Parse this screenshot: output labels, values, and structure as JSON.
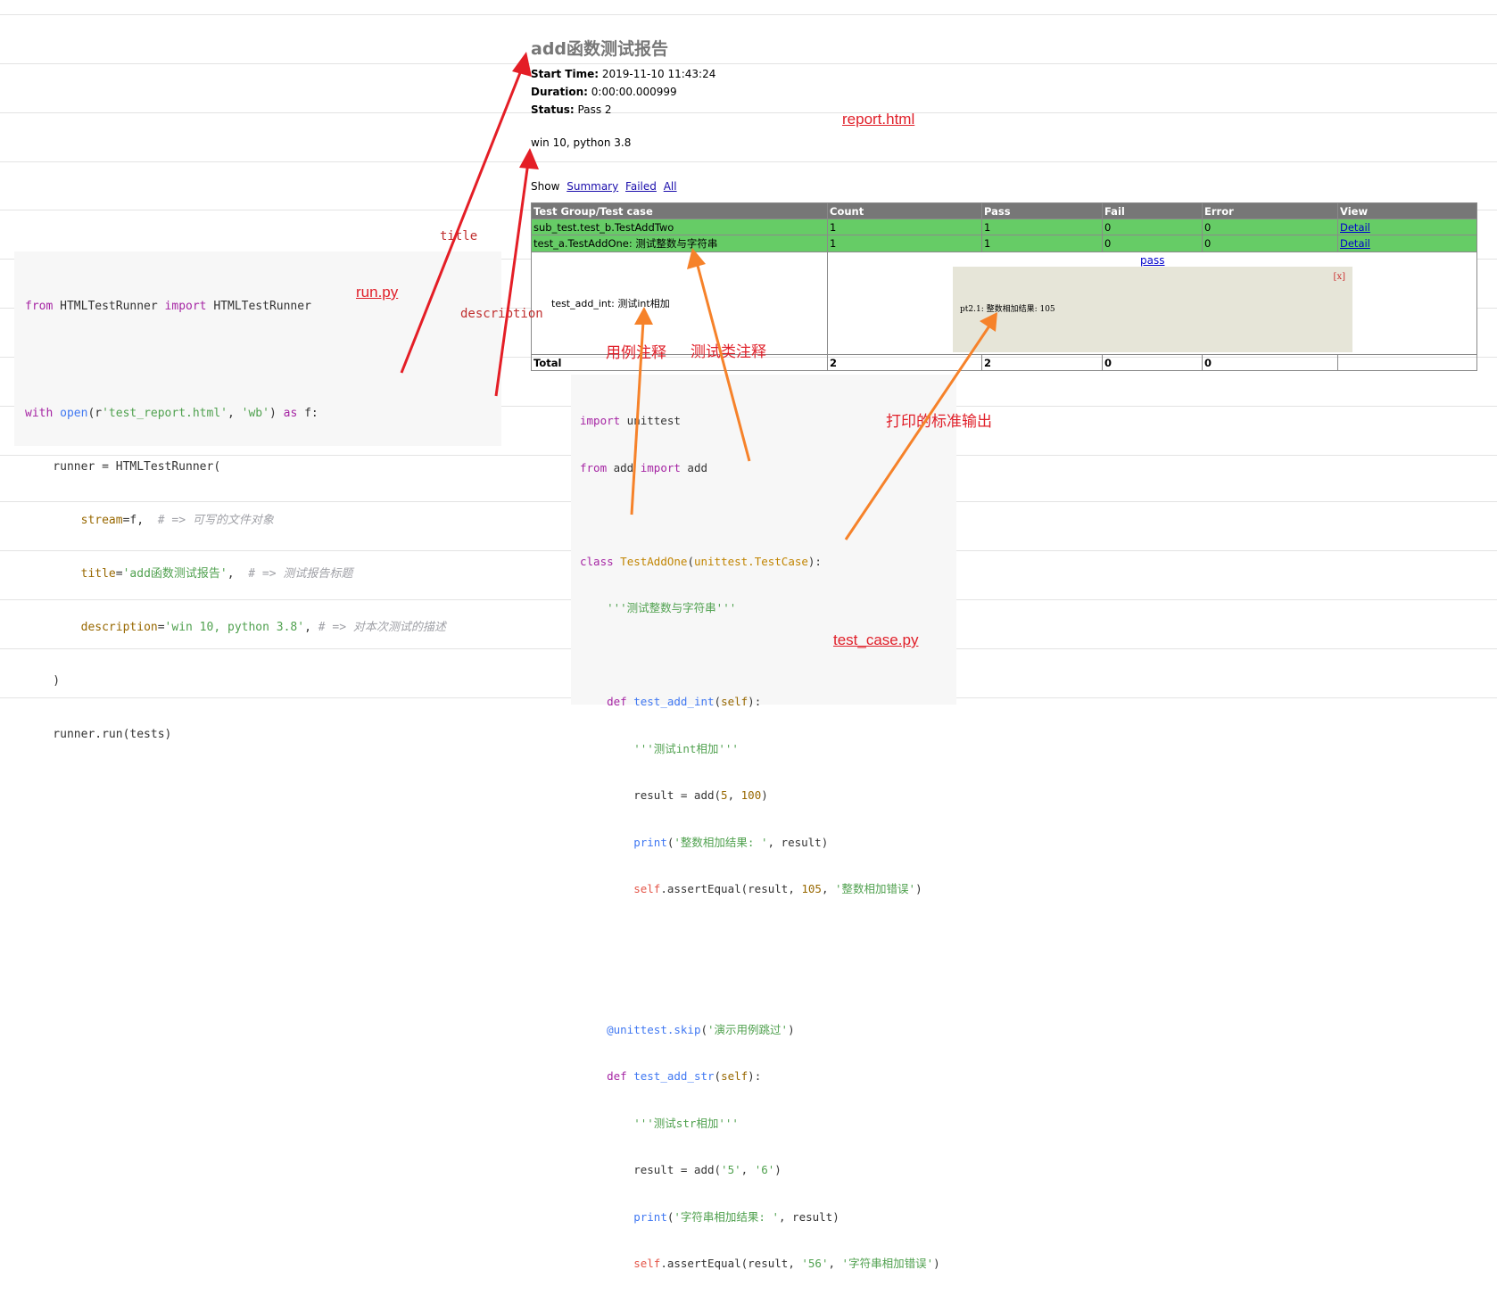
{
  "report": {
    "title": "add函数测试报告",
    "start_time_label": "Start Time:",
    "start_time": "2019-11-10 11:43:24",
    "duration_label": "Duration:",
    "duration": "0:00:00.000999",
    "status_label": "Status:",
    "status": "Pass 2",
    "description": "win 10, python 3.8",
    "show_label": "Show",
    "show_links": [
      "Summary",
      "Failed",
      "All"
    ],
    "columns": [
      "Test Group/Test case",
      "Count",
      "Pass",
      "Fail",
      "Error",
      "View"
    ],
    "rows": [
      {
        "name": "sub_test.test_b.TestAddTwo",
        "count": "1",
        "pass": "1",
        "fail": "0",
        "error": "0",
        "view": "Detail"
      },
      {
        "name": "test_a.TestAddOne: 测试整数与字符串",
        "count": "1",
        "pass": "1",
        "fail": "0",
        "error": "0",
        "view": "Detail"
      }
    ],
    "case": {
      "name": "test_add_int: 测试int相加",
      "result_link": "pass",
      "close_label": "[x]",
      "output": "pt2.1: 整数相加结果: 105"
    },
    "total": {
      "label": "Total",
      "count": "2",
      "pass": "2",
      "fail": "0",
      "error": "0"
    }
  },
  "run_py": {
    "lines": [
      "from HTMLTestRunner import HTMLTestRunner",
      "",
      "with open(r'test_report.html', 'wb') as f:",
      "    runner = HTMLTestRunner(",
      "        stream=f,  # => 可写的文件对象",
      "        title='add函数测试报告',  # => 测试报告标题",
      "        description='win 10, python 3.8', # => 对本次测试的描述",
      "    )",
      "    runner.run(tests)"
    ]
  },
  "test_case_py": {
    "lines": [
      "import unittest",
      "from add import add",
      "",
      "class TestAddOne(unittest.TestCase):",
      "    '''测试整数与字符串'''",
      "",
      "    def test_add_int(self):",
      "        '''测试int相加'''",
      "        result = add(5, 100)",
      "        print('整数相加结果: ', result)",
      "        self.assertEqual(result, 105, '整数相加错误')",
      "",
      "",
      "    @unittest.skip('演示用例跳过')",
      "    def test_add_str(self):",
      "        '''测试str相加'''",
      "        result = add('5', '6')",
      "        print('字符串相加结果: ', result)",
      "        self.assertEqual(result, '56', '字符串相加错误')"
    ]
  },
  "annotations": {
    "report_html": "report.html",
    "run_py": "run.py",
    "title": "title",
    "description": "description",
    "case_comment": "用例注释",
    "class_comment": "测试类注释",
    "stdout": "打印的标准输出",
    "test_case_py": "test_case.py"
  },
  "colors": {
    "arrow_red": "#e41e26",
    "arrow_orange": "#f6822a",
    "pass_green": "#66cc66",
    "header_gray": "#777777"
  }
}
